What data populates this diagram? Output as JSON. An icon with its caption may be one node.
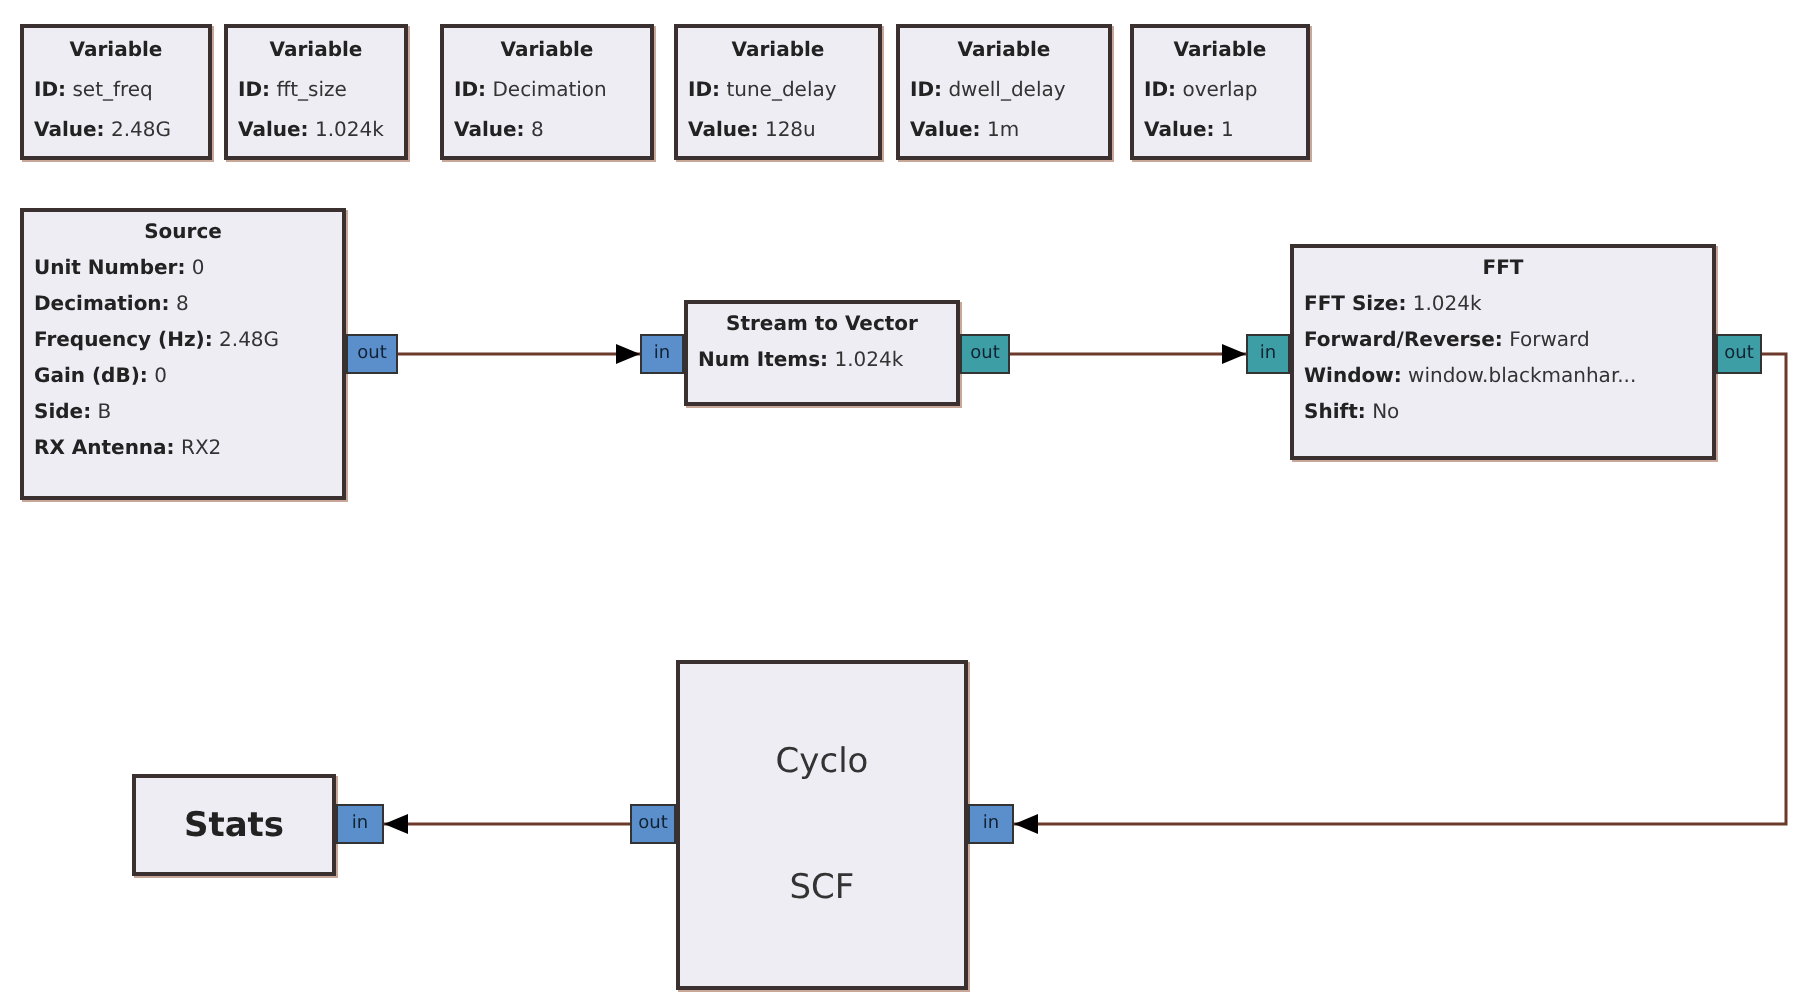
{
  "diagram": {
    "nodes": [
      {
        "text": [
          "Variable",
          "**ID:** set_freq",
          "**Value:** 2.48G"
        ]
      },
      {
        "text": [
          "Variable",
          "**ID:** fft_size",
          "**Value:** 1.024k"
        ]
      },
      {
        "text": [
          "Variable",
          "**ID:** Decimation",
          "**Value:** 8"
        ]
      },
      {
        "text": [
          "Variable",
          "**ID:** tune_delay",
          "**Value:** 128u"
        ]
      },
      {
        "text": [
          "Variable",
          "**ID:** dwell_delay",
          "**Value:** 1m"
        ]
      },
      {
        "text": [
          "Variable",
          "**ID:** overlap",
          "**Value:** 1"
        ]
      },
      {
        "text": [
          "Source",
          "**Unit Number:** 0",
          "**Decimation:** 8",
          "**Frequency (Hz):** 2.48G",
          "**Gain (dB):** 0",
          "**Side:** B",
          "**RX Antenna:** RX2"
        ]
      },
      {
        "text": [
          "out"
        ]
      },
      {
        "text": [
          "in"
        ]
      },
      {
        "text": [
          "Stream to Vector",
          "**Num Items:** 1.024k"
        ]
      },
      {
        "text": [
          "out"
        ]
      },
      {
        "text": [
          "in"
        ]
      },
      {
        "text": [
          "FFT",
          "**FFT Size:** 1.024k",
          "**Forward/Reverse:** Forward",
          "**Window:** window.blackmanhar...",
          "**Shift:** No"
        ]
      },
      {
        "text": [
          "out"
        ]
      },
      {
        "text": [
          "Stats"
        ]
      },
      {
        "text": [
          "in"
        ]
      },
      {
        "text": [
          "out"
        ]
      },
      {
        "text": [
          "Cyclo",
          "SCF"
        ]
      },
      {
        "text": [
          "in"
        ]
      }
    ],
    "edges": [
      {
        "from": 7,
        "to": 8,
        "arrow": "to"
      },
      {
        "from": 10,
        "to": 11,
        "arrow": "to"
      },
      {
        "from": 13,
        "to": 18,
        "arrow": "to"
      },
      {
        "from": 16,
        "to": 15,
        "arrow": "to"
      }
    ]
  }
}
